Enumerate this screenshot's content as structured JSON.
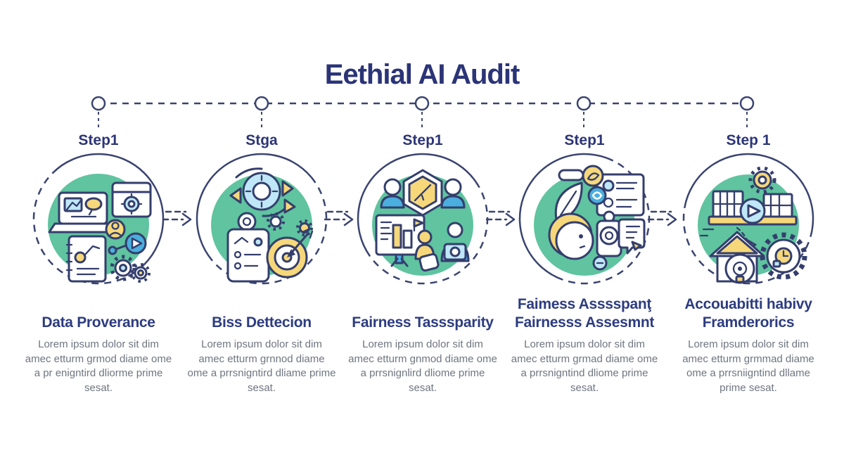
{
  "title": "Eethial AI Audit",
  "colors": {
    "navy_line": "#3a4470",
    "title_navy": "#2b3477",
    "heading_navy": "#2d3c80",
    "body_gray": "#6f7580",
    "green_blob": "#5fc49f",
    "accent_blue": "#4aaede",
    "light_blue": "#bfe7f7",
    "accent_yellow": "#f6d87a"
  },
  "steps": [
    {
      "label": "Step1",
      "title_lines": [
        "Data Proverance"
      ],
      "body": "Lorem ipsum dolor sit dim amec etturm grmod diame ome a pr enigntird dliorme prime sesat.",
      "icon": "data-provenance-collage-icon"
    },
    {
      "label": "Stga",
      "title_lines": [
        "Biss Dettecion"
      ],
      "body": "Lorem ipsum dolor sit dim amec etturm grnnod diame ome a prrsnigntird dliame prime sesat.",
      "icon": "bias-detection-target-icon"
    },
    {
      "label": "Step1",
      "title_lines": [
        "Fairness Tasssparity"
      ],
      "body": "Lorem ipsum dolor sit dim amec etturm gnmod diame ome a prrsnignlird dliome prime sesat.",
      "icon": "fairness-transparency-people-icon"
    },
    {
      "label": "Step1",
      "title_lines": [
        "Faimess Asssspanţ",
        "Fairnesss Assesmnt"
      ],
      "body": "Lorem ipsum dolor sit dim amec etturm grmad diame ome a prrsnigntind dliome prime sesat.",
      "icon": "fairness-assessment-review-icon"
    },
    {
      "label": "Step 1",
      "title_lines": [
        "Accouabitti habivy",
        "Framderorics"
      ],
      "body": "Lorem ipsum dolor sit dim amec etturm grmmad diame ome a prrsniigntind dllame prime sesat.",
      "icon": "accountability-frameworks-icon"
    }
  ]
}
